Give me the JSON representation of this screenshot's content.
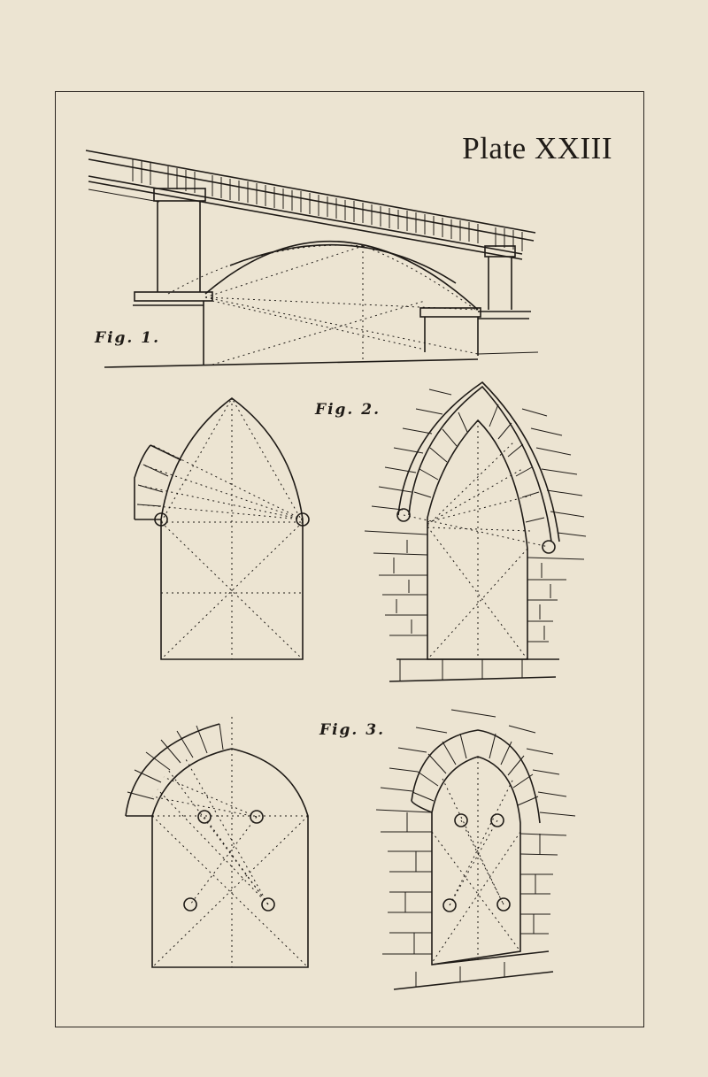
{
  "plate": {
    "title": "Plate XXIII",
    "figures": [
      {
        "label": "Fig. 1."
      },
      {
        "label": "Fig. 2."
      },
      {
        "label": "Fig. 3."
      }
    ]
  }
}
